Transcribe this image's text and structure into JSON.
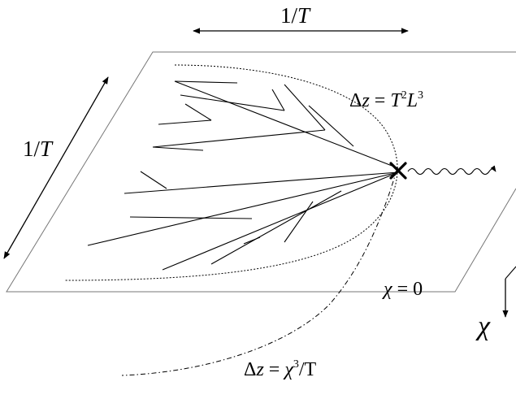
{
  "labels": {
    "top_arrow": {
      "num": "1/",
      "var": "T"
    },
    "side_arrow": {
      "num": "1/",
      "var": "T"
    },
    "upper_curve": {
      "pre": "Δ",
      "z": "z",
      "eq": " = ",
      "T": "T",
      "T_exp": "2",
      "L": "L",
      "L_exp": "3"
    },
    "lower_curve": {
      "pre": "Δ",
      "z": "z",
      "eq": " = ",
      "chi": "χ",
      "chi_exp": "3",
      "rest": "/T"
    },
    "plane_label": {
      "chi": "χ",
      "rest": " = 0"
    },
    "axis_label": "χ"
  }
}
